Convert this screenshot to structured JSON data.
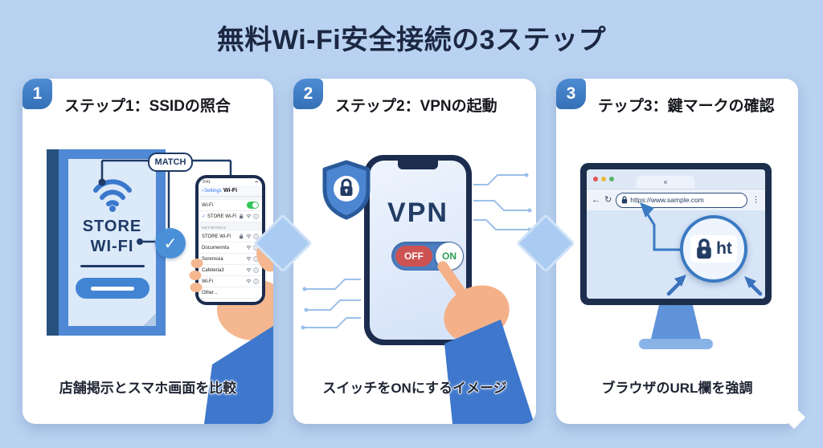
{
  "colors": {
    "background": "#b9d2f1",
    "accent_blue": "#3f7ec6",
    "navy": "#1e3a66",
    "toggle_off_red": "#cd5252",
    "toggle_on_green": "#2f9e54"
  },
  "title": "無料Wi-Fi安全接続の3ステップ",
  "icons": {
    "check": "✓",
    "close": "×",
    "back": "←",
    "refresh": "↻",
    "more": "⋮",
    "chevron_left": "‹"
  },
  "steps": [
    {
      "number": "1",
      "title": "ステップ1：SSIDの照合",
      "caption": "店舗掲示とスマホ画面を比較",
      "match_label": "MATCH",
      "sign": {
        "line1": "STORE",
        "line2": "WI-FI"
      },
      "phone": {
        "time": "9:41",
        "nav_back": "Settings",
        "nav_title": "Wi-Fi",
        "wifi_label": "Wi-Fi",
        "connected": "STORE Wi-Fi",
        "section": "NETWORKS",
        "networks": [
          "STORE Wi-Fi",
          "Documennta",
          "Sorenssia",
          "Cafeteria3",
          "Wi-Fi"
        ],
        "other": "Other..."
      }
    },
    {
      "number": "2",
      "title": "ステップ2：VPNの起動",
      "caption": "スイッチをONにするイメージ",
      "vpn_label": "VPN",
      "toggle_off": "OFF",
      "toggle_on": "ON"
    },
    {
      "number": "3",
      "title": "テップ3：鍵マークの確認",
      "caption": "ブラウザのURL欄を強調",
      "browser": {
        "url": "https://www.sample.com",
        "magnified_text": "ht"
      }
    }
  ]
}
